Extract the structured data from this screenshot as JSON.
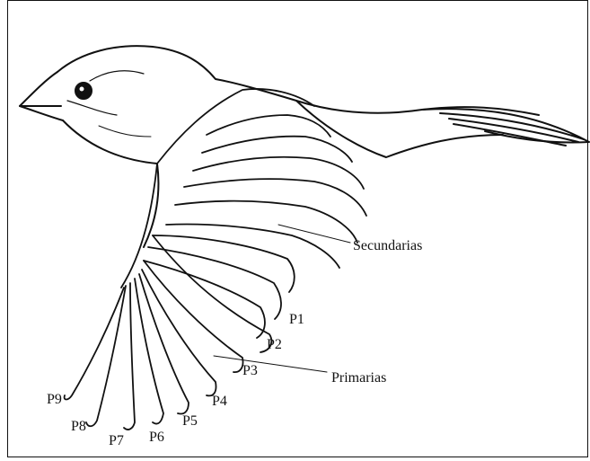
{
  "labels": {
    "secondaries": "Secundarias",
    "primaries": "Primarias",
    "p1": "P1",
    "p2": "P2",
    "p3": "P3",
    "p4": "P4",
    "p5": "P5",
    "p6": "P6",
    "p7": "P7",
    "p8": "P8",
    "p9": "P9"
  },
  "colors": {
    "ink": "#111111",
    "background": "#ffffff"
  }
}
